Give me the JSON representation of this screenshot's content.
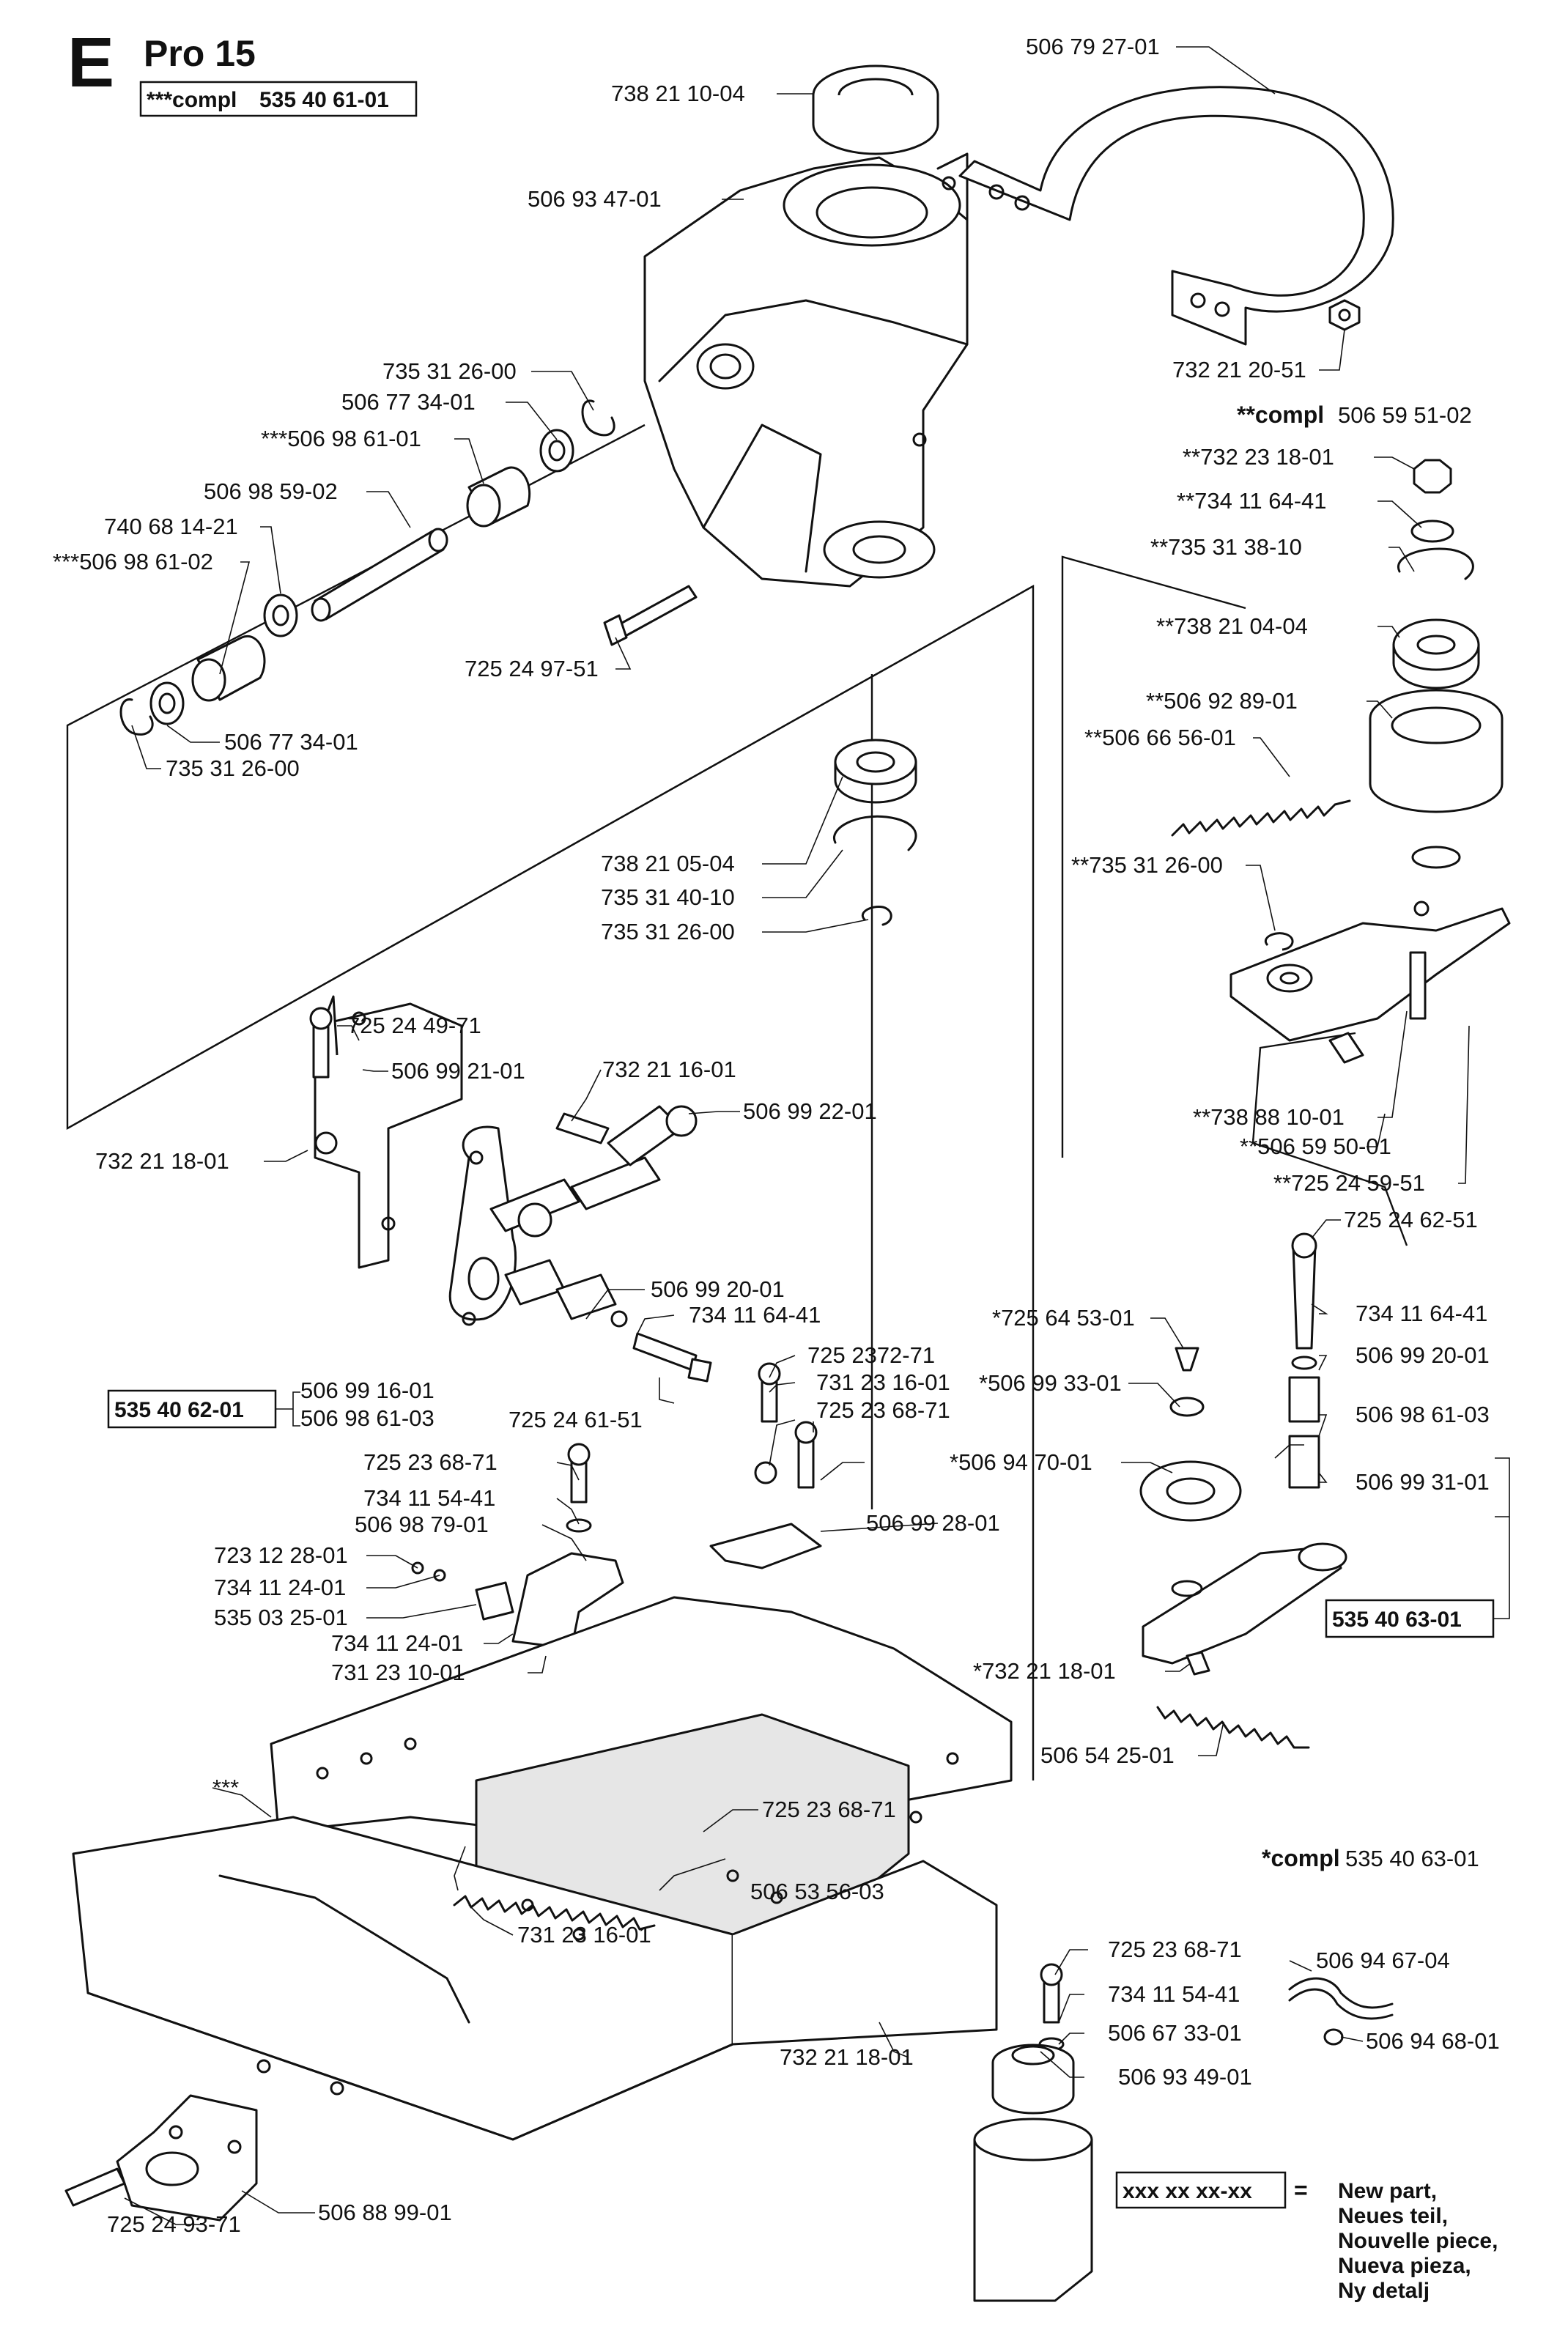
{
  "header": {
    "section_letter": "E",
    "model": "Pro 15",
    "compl_prefix": "***compl",
    "compl_number": "535 40 61-01"
  },
  "notes": {
    "compl_double_prefix": "**compl",
    "compl_double_number": "506 59 51-02",
    "compl_single_prefix": "*compl",
    "compl_single_number": "535 40 63-01",
    "triple_star": "***"
  },
  "assembly_boxes": {
    "left": "535 40 62-01",
    "right": "535 40 63-01"
  },
  "legend": {
    "sample": "xxx xx xx-xx",
    "equals": "=",
    "lines": [
      "New part,",
      "Neues teil,",
      "Nouvelle piece,",
      "Nueva pieza,",
      "Ny detalj"
    ]
  },
  "labels": [
    "738 21 10-04",
    "506 79 27-01",
    "506 93 47-01",
    "732 21 20-51",
    "735 31 26-00",
    "506 77 34-01",
    "***506 98 61-01",
    "506 98 59-02",
    "740 68 14-21",
    "***506 98 61-02",
    "506 77 34-01",
    "735 31 26-00",
    "725 24 97-51",
    "**732 23 18-01",
    "**734 11 64-41",
    "**735 31 38-10",
    "**738 21 04-04",
    "**506 92 89-01",
    "**506 66 56-01",
    "**735 31 26-00",
    "738 21 05-04",
    "735 31 40-10",
    "735 31 26-00",
    "725 24 49-71",
    "506 99 21-01",
    "732 21 16-01",
    "506 99 22-01",
    "732 21 18-01",
    "**738 88 10-01",
    "**506 59 50-01",
    "**725 24 59-51",
    "725 24 62-51",
    "506 99 20-01",
    "734 11 64-41",
    "*725 64 53-01",
    "734 11 64-41",
    "725 2372-71",
    "*506 99 33-01",
    "506 99 20-01",
    "506 99 16-01",
    "506 98 61-03",
    "725 24 61-51",
    "731 23 16-01",
    "725 23 68-71",
    "506 98 61-03",
    "725 23 68-71",
    "*506 94 70-01",
    "506 99 31-01",
    "734 11 54-41",
    "506 98 79-01",
    "506 99 28-01",
    "723 12 28-01",
    "734 11 24-01",
    "535 03 25-01",
    "734 11 24-01",
    "731 23 10-01",
    "*732 21 18-01",
    "506 54 25-01",
    "725 23 68-71",
    "506 53 56-03",
    "731 23 16-01",
    "725 23 68-71",
    "506 94 67-04",
    "734 11 54-41",
    "506 67 33-01",
    "506 94 68-01",
    "732 21 18-01",
    "506 93 49-01",
    "725 24 93-71",
    "506 88 99-01"
  ]
}
